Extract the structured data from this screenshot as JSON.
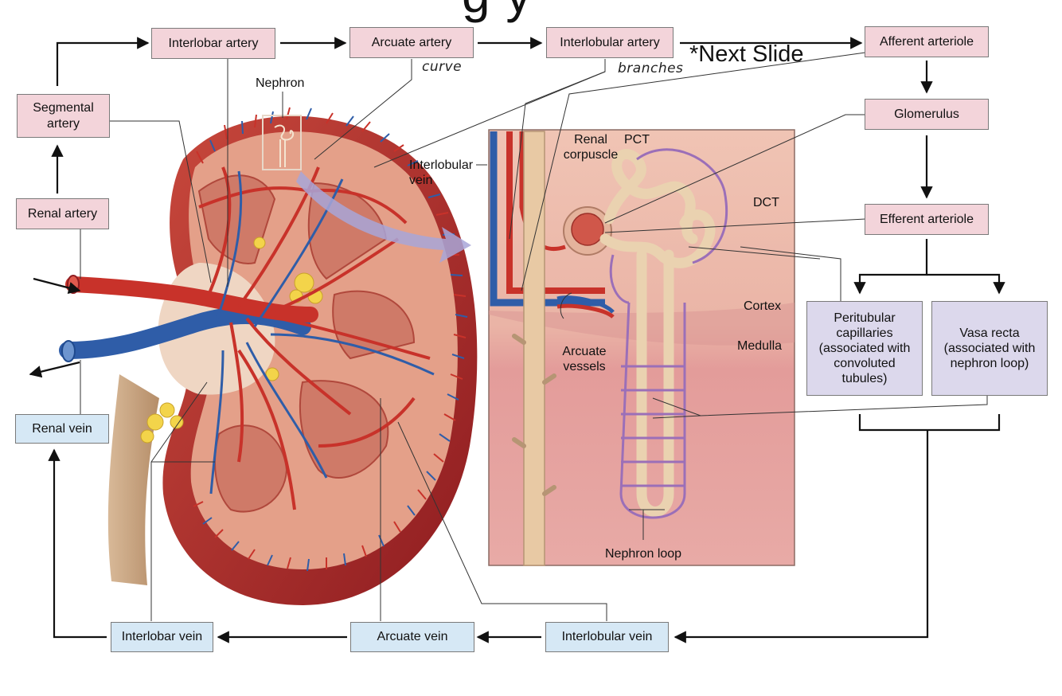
{
  "title_fragment": "g     y",
  "note": "*Next Slide",
  "handwritten": {
    "curve": "curve",
    "branches": "branches"
  },
  "boxes": {
    "interlobar_artery": "Interlobar artery",
    "arcuate_artery": "Arcuate artery",
    "interlobular_artery": "Interlobular artery",
    "afferent_arteriole": "Afferent arteriole",
    "segmental_artery": "Segmental artery",
    "glomerulus": "Glomerulus",
    "renal_artery": "Renal artery",
    "efferent_arteriole": "Efferent arteriole",
    "peritubular_capillaries": "Peritubular capillaries (associated with convoluted tubules)",
    "vasa_recta": "Vasa recta (associated with nephron loop)",
    "renal_vein": "Renal vein",
    "interlobar_vein": "Interlobar vein",
    "arcuate_vein": "Arcuate vein",
    "interlobular_vein": "Interlobular vein"
  },
  "labels": {
    "nephron": "Nephron",
    "interlobular_vein_label": "Interlobular vein",
    "renal_corpuscle": "Renal corpuscle",
    "pct": "PCT",
    "dct": "DCT",
    "cortex": "Cortex",
    "medulla": "Medulla",
    "arcuate_vessels": "Arcuate vessels",
    "nephron_loop": "Nephron loop"
  },
  "colors": {
    "artery_box": "#f3d4da",
    "vein_box": "#d6e8f5",
    "capillary_box": "#dcd8ec",
    "artery_red": "#c8322a",
    "vein_blue": "#2f5da8",
    "kidney_outer": "#a8262a",
    "kidney_cortex": "#e5a08e"
  }
}
